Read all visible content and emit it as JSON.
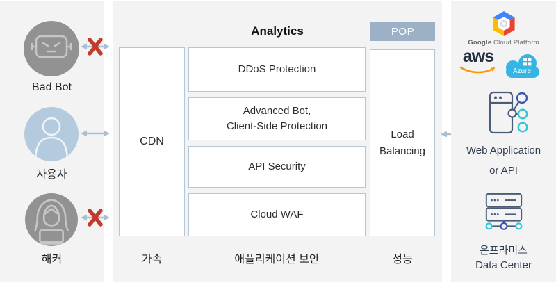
{
  "left_panel": {
    "actors": [
      {
        "label": "Bad Bot"
      },
      {
        "label": "사용자"
      },
      {
        "label": "해커"
      }
    ]
  },
  "middle_panel": {
    "title": "Analytics",
    "pop": "POP",
    "cdn": "CDN",
    "boxes": [
      [
        "DDoS Protection"
      ],
      [
        "Advanced Bot,",
        "Client-Side Protection"
      ],
      [
        "API Security"
      ],
      [
        "Cloud WAF"
      ]
    ],
    "load_balancing": {
      "line1": "Load",
      "line2": "Balancing"
    },
    "footer": {
      "acceleration": "가속",
      "app_security": "애플리케이션 보안",
      "performance": "성능"
    }
  },
  "right_panel": {
    "gcp": {
      "brand": "Google",
      "rest": " Cloud Platform"
    },
    "aws": "aws",
    "azure": "Azure",
    "web_app": {
      "line1": "Web Application",
      "line2": "or API"
    },
    "datacenter": {
      "line1": "온프라미스",
      "line2": "Data Center"
    }
  },
  "colors": {
    "panel_bg": "#f3f3f4",
    "arrow": "#a9c0d4",
    "blocked_x": "#c23b2b",
    "box_border": "#b5c6d6",
    "pop_bg": "#9db1c6",
    "actor_gray": "#929292",
    "actor_blue": "#b4cbdf",
    "gcp_blue": "#4285f4",
    "gcp_red": "#ea4335",
    "gcp_yellow": "#fbbc05",
    "aws_dark": "#232f3e",
    "aws_orange": "#ff9900",
    "azure_blue": "#35b5e5",
    "icon_slate": "#4a5d75",
    "icon_teal": "#35c3d6",
    "icon_indigo": "#3b55b5"
  }
}
